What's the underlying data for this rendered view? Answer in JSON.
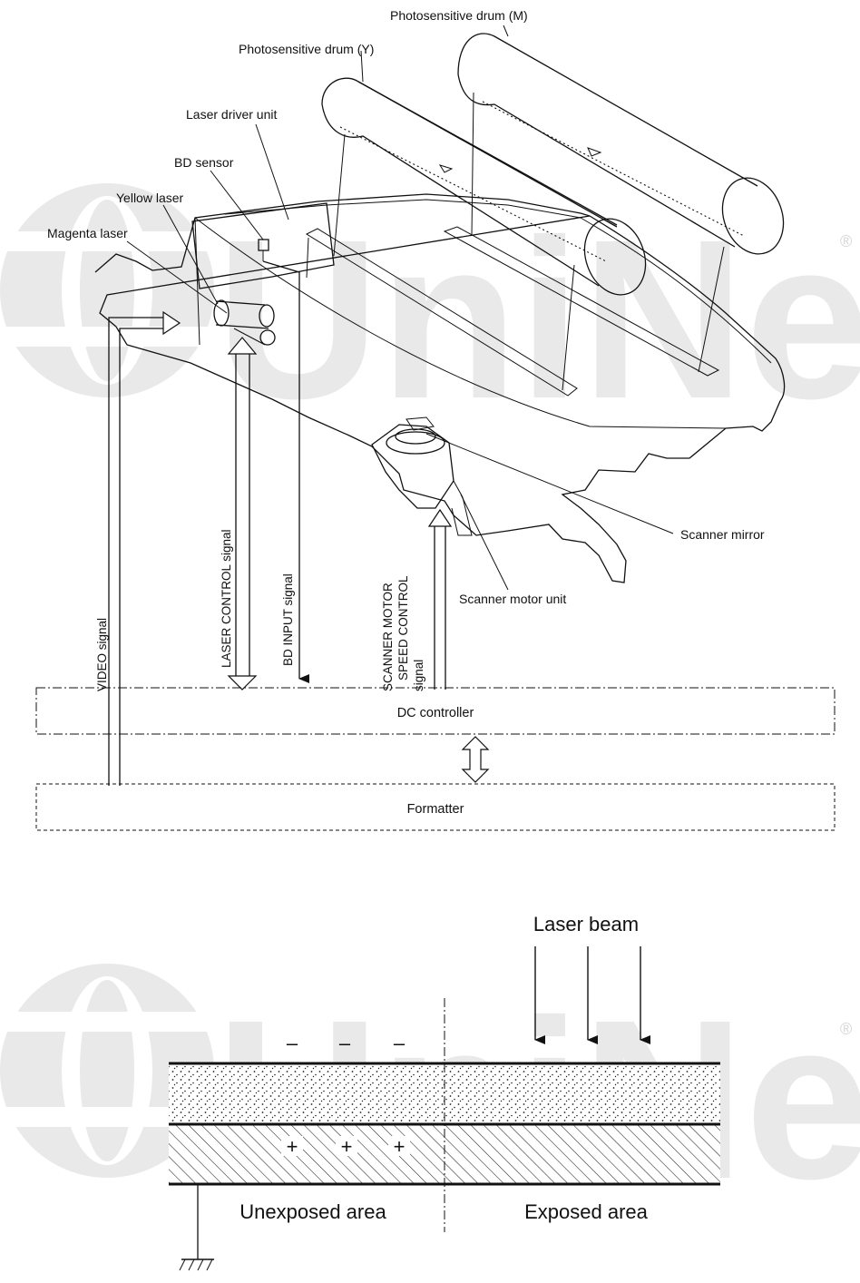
{
  "watermark": {
    "brand": "UniNet",
    "registered_mark": "®"
  },
  "scanner_diagram": {
    "labels": {
      "drum_m": "Photosensitive drum (M)",
      "drum_y": "Photosensitive drum (Y)",
      "laser_driver": "Laser driver unit",
      "bd_sensor": "BD sensor",
      "yellow_laser": "Yellow laser",
      "magenta_laser": "Magenta laser",
      "scanner_mirror": "Scanner mirror",
      "scanner_motor_unit": "Scanner motor unit"
    },
    "signals": {
      "video": "VIDEO signal",
      "laser_control": "LASER CONTROL signal",
      "bd_input": "BD INPUT signal",
      "scanner_motor_lines": [
        "SCANNER MOTOR",
        "SPEED CONTROL",
        "signal"
      ]
    },
    "boxes": {
      "dc_controller": "DC controller",
      "formatter": "Formatter"
    }
  },
  "exposure_diagram": {
    "laser_beam": "Laser beam",
    "unexposed_area": "Unexposed area",
    "exposed_area": "Exposed area",
    "negative_charge": "–",
    "positive_charge": "+"
  }
}
